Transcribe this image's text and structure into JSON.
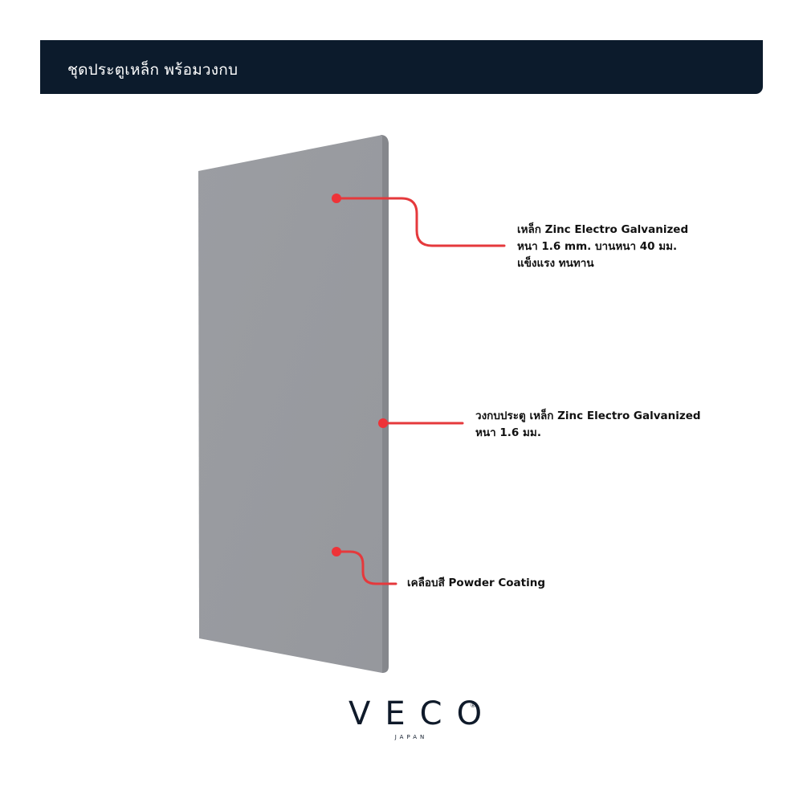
{
  "header": {
    "title": "ชุดประตูเหล็ก พร้อมวงกบ",
    "background_color": "#0c1b2c"
  },
  "product": {
    "description": "Grey steel door panel with frame",
    "face_color": "#9a9ca1",
    "edge_color": "#84868b"
  },
  "callouts": [
    {
      "lines": [
        "เหล็ก Zinc Electro Galvanized",
        "หนา 1.6 mm. บานหนา 40 มม.",
        "แข็งแรง ทนทาน"
      ]
    },
    {
      "lines": [
        "วงกบประตู เหล็ก Zinc Electro Galvanized",
        "หนา 1.6 มม."
      ]
    },
    {
      "lines": [
        "เคลือบสี Powder Coating"
      ]
    }
  ],
  "accent_color": "#e8383d",
  "brand": {
    "name": "VECO",
    "registered_mark": "®",
    "subtitle": "JAPAN"
  }
}
